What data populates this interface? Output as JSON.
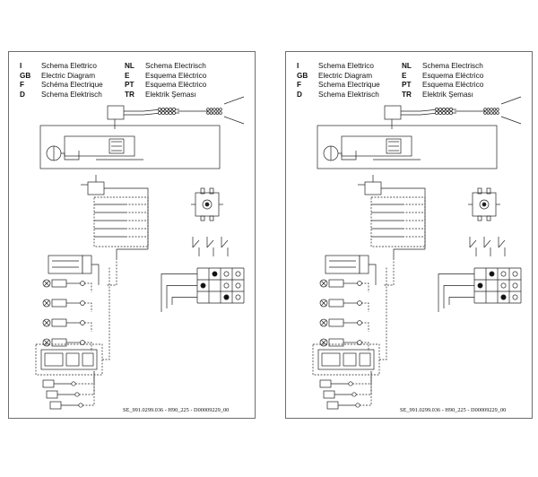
{
  "sheets": [
    {
      "legend": [
        {
          "code": "I",
          "label": "Schema Elettrico",
          "code2": "NL",
          "label2": "Schema Electrisch"
        },
        {
          "code": "GB",
          "label": "Electric Diagram",
          "code2": "E",
          "label2": "Esquema Eléctrico"
        },
        {
          "code": "F",
          "label": "Schéma Electrique",
          "code2": "PT",
          "label2": "Esquema Eléctrico"
        },
        {
          "code": "D",
          "label": "Schema Elektrisch",
          "code2": "TR",
          "label2": "Elektrik Şeması"
        }
      ],
      "footer": "SE_991.0299.036 - H90_225 - D00009229_00"
    },
    {
      "legend": [
        {
          "code": "I",
          "label": "Schema Elettrico",
          "code2": "NL",
          "label2": "Schema Electrisch"
        },
        {
          "code": "GB",
          "label": "Electric Diagram",
          "code2": "E",
          "label2": "Esquema Eléctrico"
        },
        {
          "code": "F",
          "label": "Schema Electrique",
          "code2": "PT",
          "label2": "Esquema Eléctrico"
        },
        {
          "code": "D",
          "label": "Schema Elektrisch",
          "code2": "TR",
          "label2": "Elektrik Şeması"
        }
      ],
      "footer": "SE_991.0299.036 - H90_225 - D00009229_00"
    }
  ],
  "switch_table": {
    "rows": 3,
    "cols": 4,
    "dots": [
      [
        0,
        1
      ],
      [
        1,
        0
      ],
      [
        2,
        2
      ]
    ]
  }
}
